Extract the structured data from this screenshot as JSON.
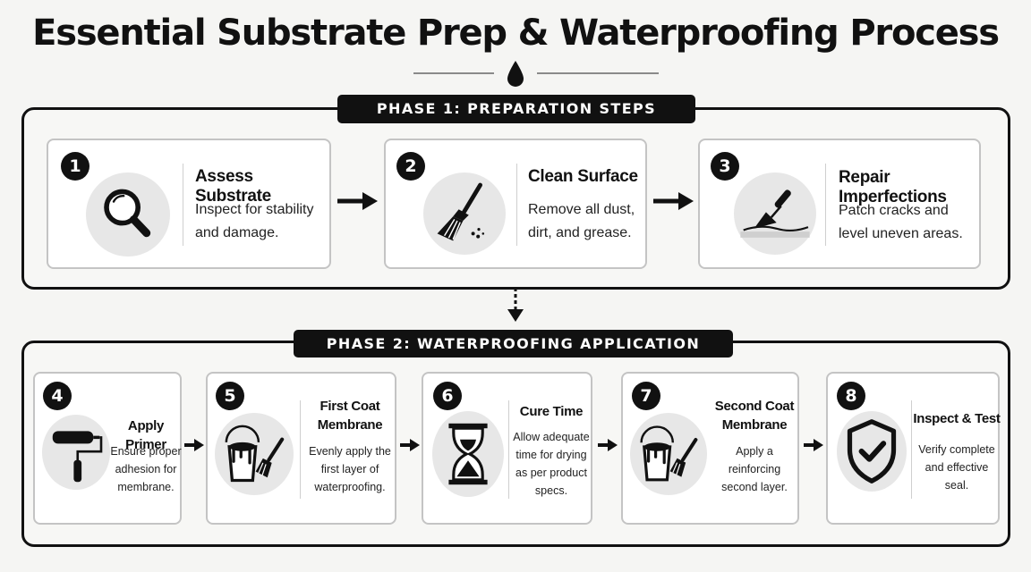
{
  "title": "Essential Substrate Prep & Waterproofing Process",
  "icons": {
    "header": "water-drop-icon",
    "step1": "magnifying-glass-icon",
    "step2": "broom-icon",
    "step3": "trowel-icon",
    "step4": "paint-roller-icon",
    "step5": "paint-bucket-brush-icon",
    "step6": "hourglass-icon",
    "step7": "paint-bucket-brush-icon",
    "step8": "shield-check-icon"
  },
  "colors": {
    "ink": "#111111",
    "card_border": "#c4c4c4",
    "icon_circle": "#e7e7e7",
    "page": "#f5f5f3"
  },
  "phase1": {
    "label": "PHASE 1: PREPARATION STEPS",
    "steps": [
      {
        "num": "1",
        "title": "Assess Substrate",
        "desc1": "Inspect for stability",
        "desc2": "and damage."
      },
      {
        "num": "2",
        "title": "Clean Surface",
        "desc1": "Remove all dust,",
        "desc2": "dirt, and grease."
      },
      {
        "num": "3",
        "title": "Repair Imperfections",
        "desc1": "Patch cracks and",
        "desc2": "level uneven areas."
      }
    ]
  },
  "phase2": {
    "label": "PHASE 2: WATERPROOFING APPLICATION",
    "steps": [
      {
        "num": "4",
        "title1": "Apply Primer",
        "title2": "",
        "desc1": "Ensure proper",
        "desc2": "adhesion for",
        "desc3": "membrane."
      },
      {
        "num": "5",
        "title1": "First Coat",
        "title2": "Membrane",
        "desc1": "Evenly apply the",
        "desc2": "first layer of",
        "desc3": "waterproofing."
      },
      {
        "num": "6",
        "title1": "Cure Time",
        "title2": "",
        "desc1": "Allow adequate",
        "desc2": "time for drying",
        "desc3": "as per product",
        "desc4": "specs."
      },
      {
        "num": "7",
        "title1": "Second Coat",
        "title2": "Membrane",
        "desc1": "Apply a",
        "desc2": "reinforcing",
        "desc3": "second layer."
      },
      {
        "num": "8",
        "title1": "Inspect & Test",
        "title2": "",
        "desc1": "Verify complete",
        "desc2": "and effective",
        "desc3": "seal."
      }
    ]
  }
}
